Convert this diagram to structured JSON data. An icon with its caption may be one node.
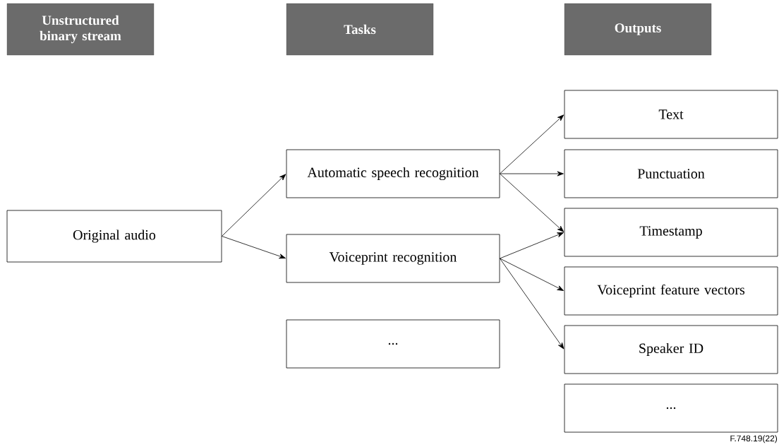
{
  "diagram": {
    "nodes": [
      {
        "text": [
          "Unstructured binary stream"
        ]
      },
      {
        "text": [
          "Tasks"
        ]
      },
      {
        "text": [
          "Outputs"
        ]
      },
      {
        "text": [
          "Original audio"
        ]
      },
      {
        "text": [
          "Automatic speech recognition"
        ]
      },
      {
        "text": [
          "Voiceprint recognition"
        ]
      },
      {
        "text": [
          "..."
        ]
      },
      {
        "text": [
          "Text"
        ]
      },
      {
        "text": [
          "Punctuation"
        ]
      },
      {
        "text": [
          "Timestamp"
        ]
      },
      {
        "text": [
          "Voiceprint feature vectors"
        ]
      },
      {
        "text": [
          "Speaker ID"
        ]
      },
      {
        "text": [
          "..."
        ]
      }
    ],
    "edges": [
      {
        "from": 3,
        "to": 4,
        "arrow": "to"
      },
      {
        "from": 3,
        "to": 5,
        "arrow": "to"
      },
      {
        "from": 4,
        "to": 7,
        "arrow": "to"
      },
      {
        "from": 4,
        "to": 8,
        "arrow": "to"
      },
      {
        "from": 4,
        "to": 9,
        "arrow": "to"
      },
      {
        "from": 5,
        "to": 9,
        "arrow": "to"
      },
      {
        "from": 5,
        "to": 10,
        "arrow": "to"
      },
      {
        "from": 5,
        "to": 11,
        "arrow": "to"
      }
    ],
    "labels": [
      "F.748.19(22)"
    ]
  }
}
